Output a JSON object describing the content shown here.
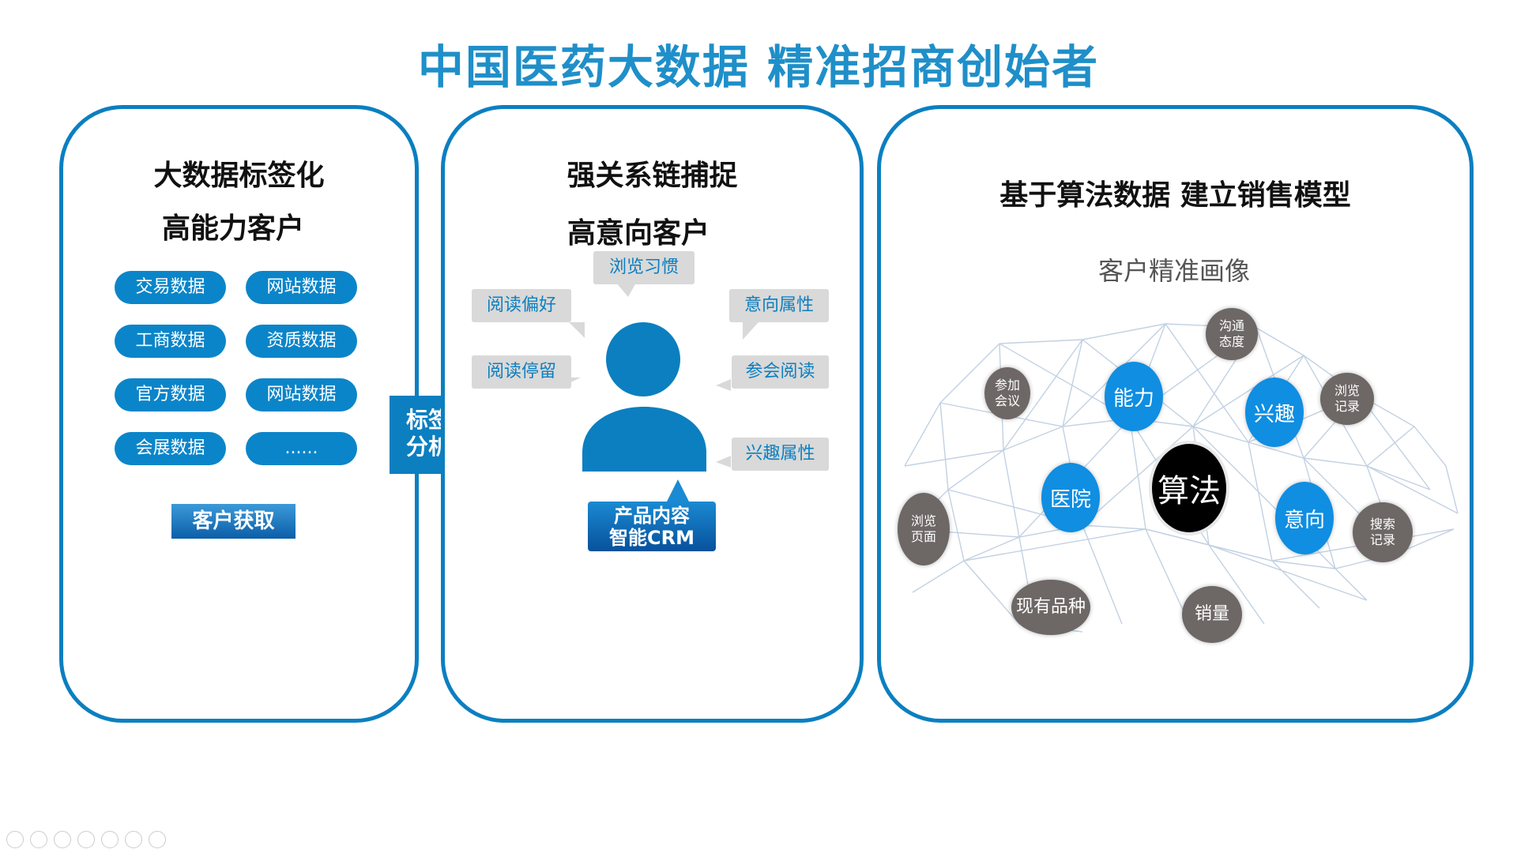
{
  "title": "中国医药大数据  精准招商创始者",
  "left": {
    "title1": "大数据标签化",
    "title2": "高能力客户",
    "pills": [
      "交易数据",
      "网站数据",
      "工商数据",
      "资质数据",
      "官方数据",
      "网站数据",
      "会展数据",
      "......"
    ],
    "acquire": "客户获取"
  },
  "tag_box": "标签\n分析",
  "middle": {
    "title1": "强关系链捕捉",
    "title2": "高意向客户",
    "bubbles": [
      "浏览习惯",
      "阅读偏好",
      "意向属性",
      "阅读停留",
      "参会阅读",
      "兴趣属性"
    ],
    "crm_line1": "产品内容",
    "crm_line2": "智能CRM"
  },
  "right": {
    "title": "基于算法数据 建立销售模型",
    "subtitle": "客户精准画像",
    "nodes": {
      "communication": "沟通态度",
      "meeting": "参加会议",
      "ability": "能力",
      "interest": "兴趣",
      "browse_record": "浏览记录",
      "hospital": "医院",
      "algorithm": "算法",
      "intention": "意向",
      "browse_page": "浏览页面",
      "search_record": "搜索记录",
      "products": "现有品种",
      "sales": "销量"
    }
  },
  "colors": {
    "accent": "#0b7fc0",
    "title": "#1f8fc9",
    "gray_node": "#6d6766",
    "bubble": "#d9d9d9"
  }
}
